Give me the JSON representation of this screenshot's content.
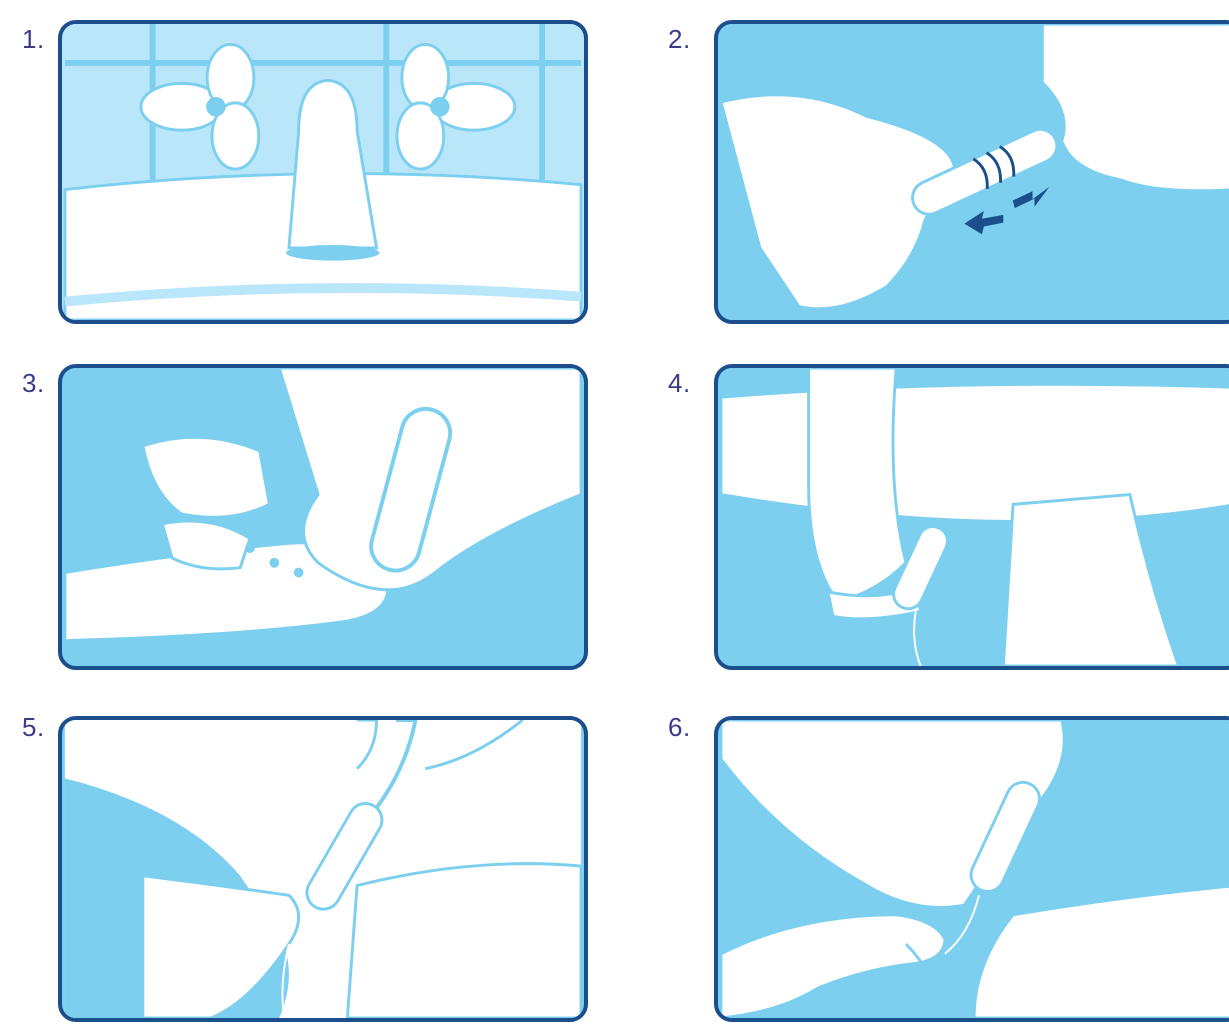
{
  "steps": [
    {
      "number": "1."
    },
    {
      "number": "2."
    },
    {
      "number": "3."
    },
    {
      "number": "4."
    },
    {
      "number": "5."
    },
    {
      "number": "6."
    }
  ],
  "colors": {
    "panel_fill": "#7ccfef",
    "panel_light": "#b9e6f9",
    "panel_border": "#1b4f8c",
    "number_text": "#3b3b8a",
    "arrow": "#1b4f8c"
  }
}
